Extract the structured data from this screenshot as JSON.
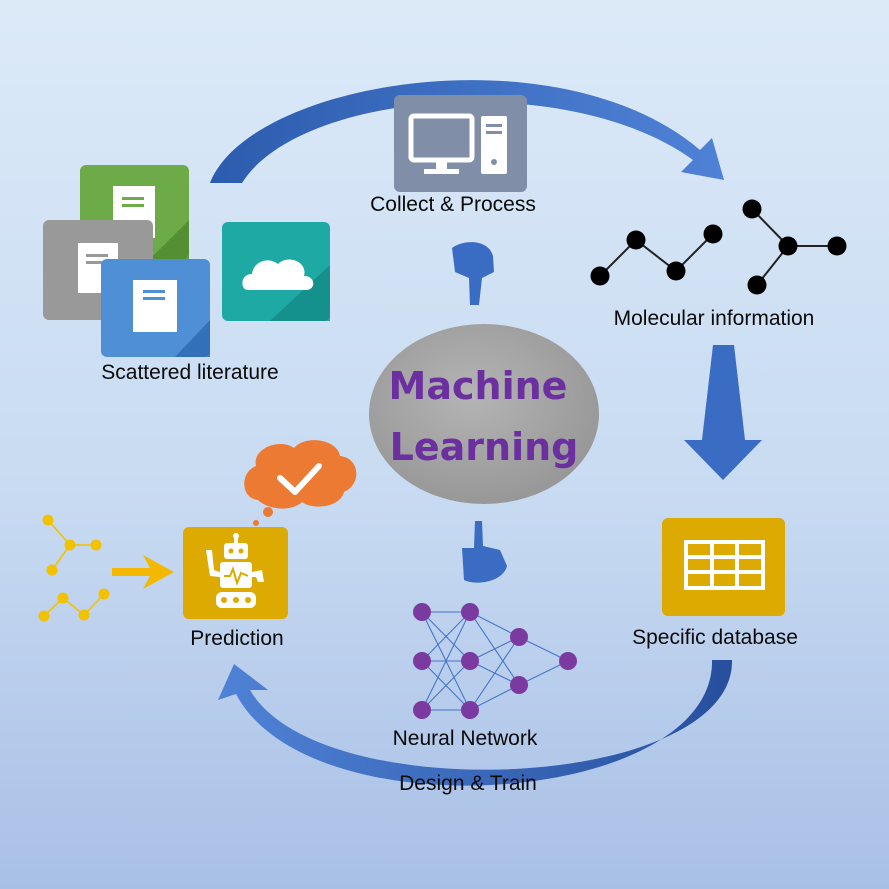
{
  "center": {
    "line1": "Machine",
    "line2": "Learning"
  },
  "labels": {
    "collect": "Collect & Process",
    "molecular": "Molecular information",
    "database": "Specific database",
    "neural": "Neural Network",
    "design": "Design & Train",
    "prediction": "Prediction",
    "literature": "Scattered literature"
  },
  "colors": {
    "arrow_blue": "#3a6cc4",
    "purple_text": "#6b2fa0",
    "ellipse_gray": "#a3a3a3",
    "gold": "#dcaa00",
    "orange_cloud": "#ec7a32",
    "teal": "#1fa9a5",
    "yellow_molecule": "#f2c200",
    "neuron_purple": "#7a3aa0"
  },
  "icons": [
    "computer-icon",
    "document-icon",
    "cloud-icon",
    "table-icon",
    "robot-icon",
    "checkmark-cloud-icon",
    "pointing-hand-icon"
  ]
}
